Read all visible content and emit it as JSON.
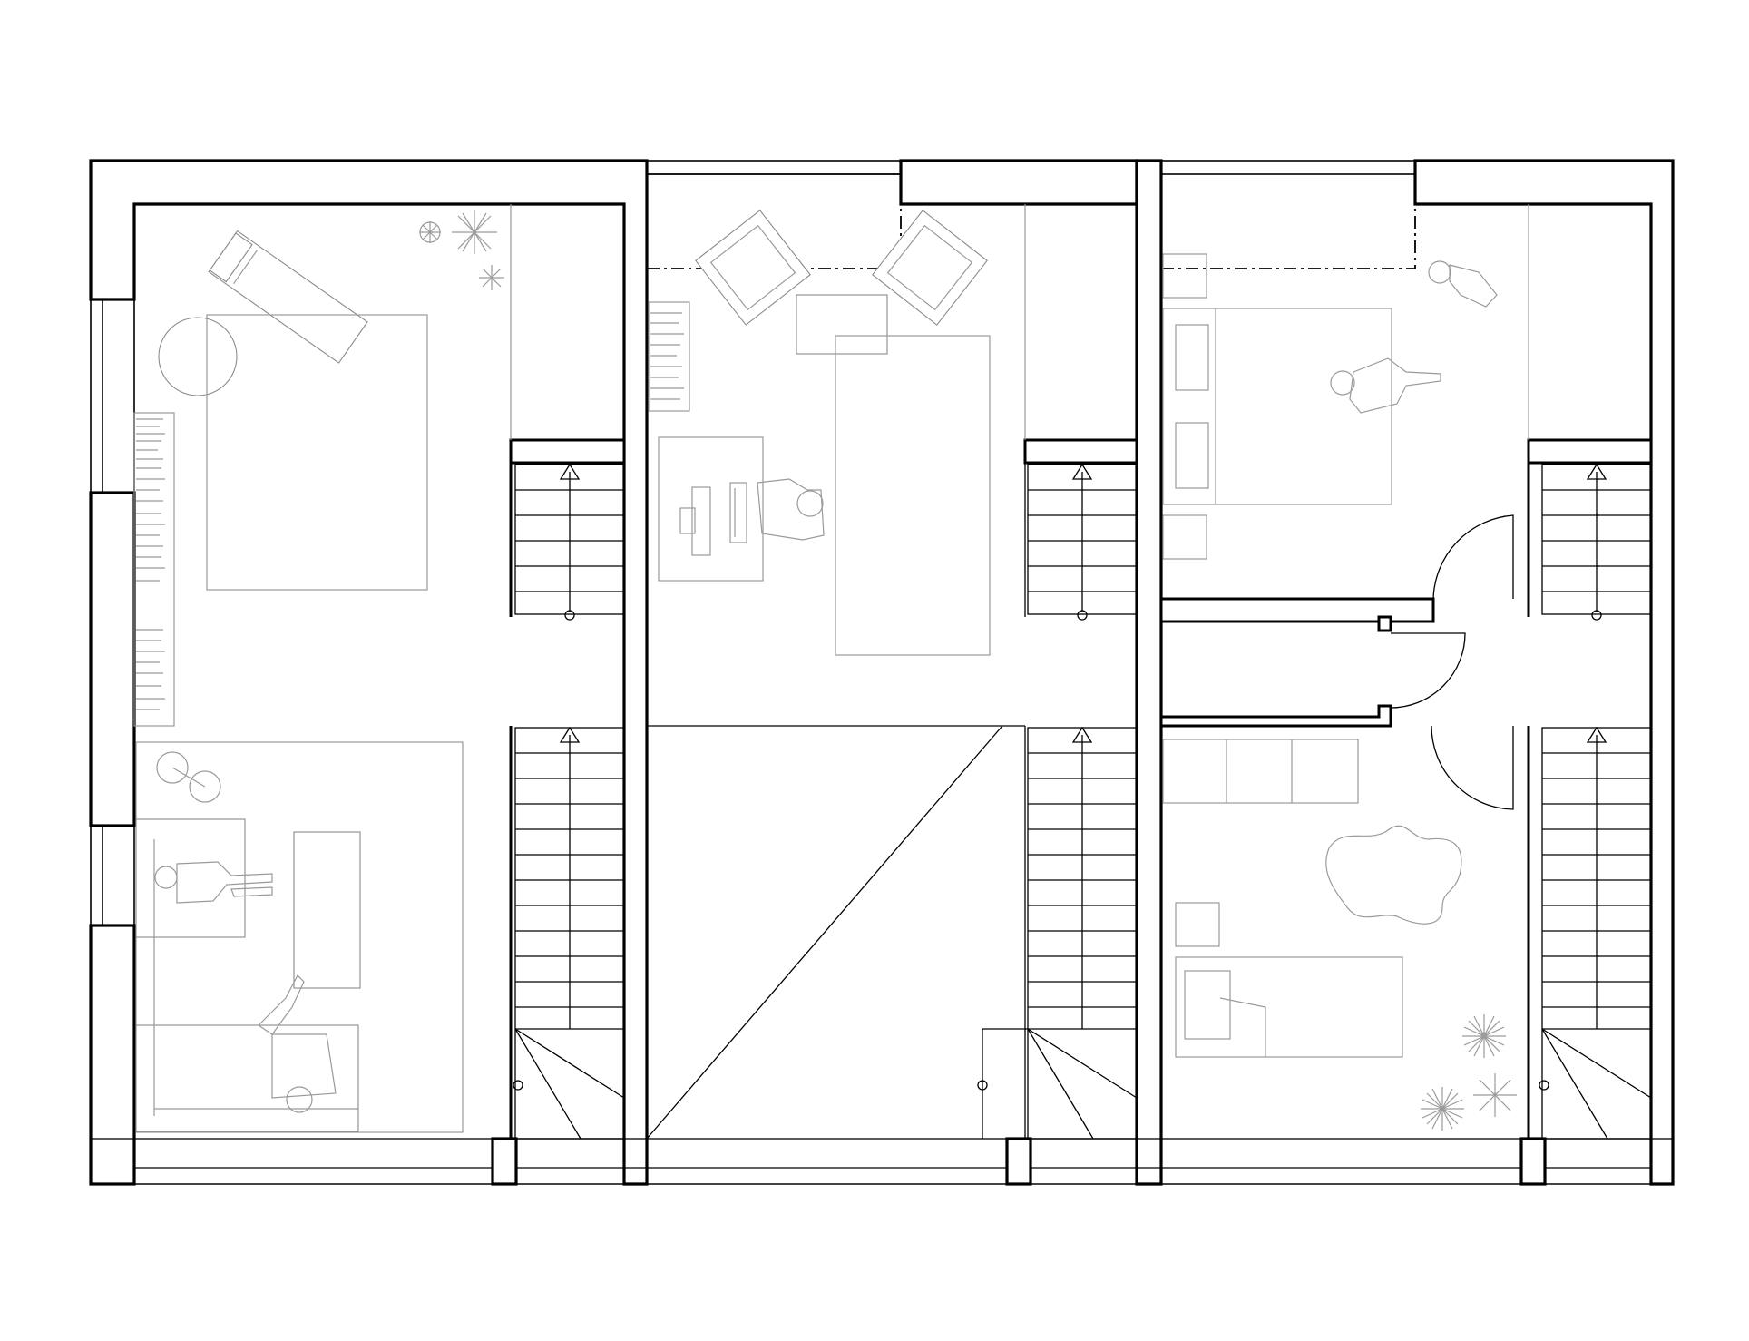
{
  "drawing": {
    "type": "architectural floor plan",
    "units_shown": 3,
    "line_color": "#000000",
    "furniture_color": "#9a9a9a",
    "background": "#ffffff"
  },
  "units": [
    {
      "id": "left",
      "rooms": [
        "living-room"
      ],
      "stairs": 2,
      "furniture": [
        "lounge-chair",
        "round-table",
        "bookshelf",
        "sofa",
        "coffee-table",
        "rug",
        "side-table",
        "plants"
      ]
    },
    {
      "id": "middle",
      "rooms": [
        "study",
        "void"
      ],
      "stairs": 2,
      "furniture": [
        "armchair",
        "armchair",
        "bookshelf",
        "desk",
        "computer",
        "rug",
        "side-table"
      ]
    },
    {
      "id": "right",
      "rooms": [
        "bedroom",
        "hallway",
        "kids-room"
      ],
      "stairs": 2,
      "furniture": [
        "double-bed",
        "nightstand",
        "nightstand",
        "single-bed",
        "wardrobe",
        "cloud-rug",
        "plants",
        "swing-door"
      ]
    }
  ]
}
